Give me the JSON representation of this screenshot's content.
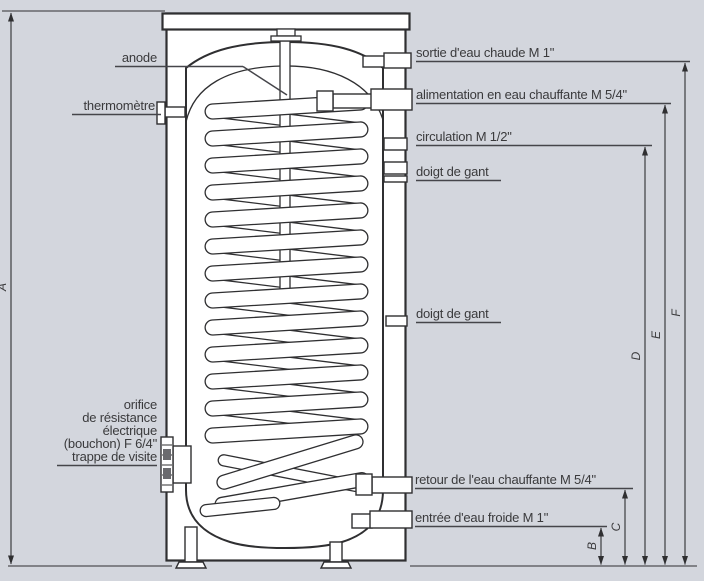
{
  "colors": {
    "background": "#d3d6dd",
    "line": "#2f2f31",
    "text": "#3a3a3c",
    "vessel_fill": "#ffffff"
  },
  "left_labels": {
    "anode": "anode",
    "thermometer": "thermomètre",
    "resistance_block": [
      "orifice",
      "de résistance",
      "électrique",
      "(bouchon) F 6/4\"",
      "trappe de visite"
    ]
  },
  "right_labels": {
    "hot_water_outlet": "sortie d'eau chaude M 1\"",
    "heating_water_supply": "alimentation en eau chauffante M 5/4\"",
    "circulation": "circulation M 1/2\"",
    "thermowell_top": "doigt de gant",
    "thermowell_middle": "doigt de gant",
    "heating_water_return": "retour de l'eau chauffante M 5/4\"",
    "cold_water_inlet": "entrée d'eau froide M 1\""
  },
  "dimension_letters": {
    "a": "A",
    "b": "B",
    "c": "C",
    "d": "D",
    "e": "E",
    "f": "F"
  }
}
